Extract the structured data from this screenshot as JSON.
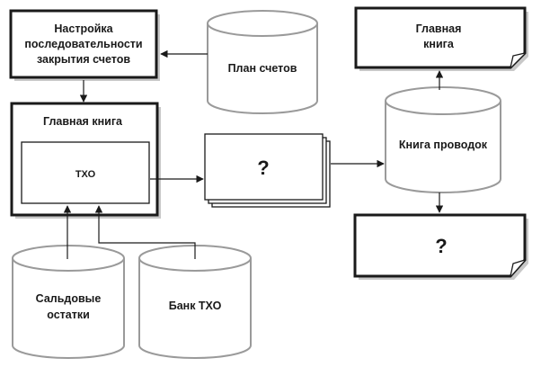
{
  "nodes": {
    "sequence_setup": {
      "lines": [
        "Настройка",
        "последовательности",
        "закрытия счетов"
      ]
    },
    "chart_of_accounts": {
      "lines": [
        "План счетов"
      ]
    },
    "general_ledger": {
      "label": "Главная книга"
    },
    "tho": {
      "label": "ТХО"
    },
    "unknown_output": {
      "label": "?"
    },
    "journal": {
      "lines": [
        "Книга проводок"
      ]
    },
    "general_ledger_doc": {
      "lines": [
        "Главная",
        "книга"
      ]
    },
    "unknown_doc": {
      "label": "?"
    },
    "balances": {
      "lines": [
        "Сальдовые",
        "остатки"
      ]
    },
    "tho_bank": {
      "lines": [
        "Банк ТХО"
      ]
    }
  }
}
